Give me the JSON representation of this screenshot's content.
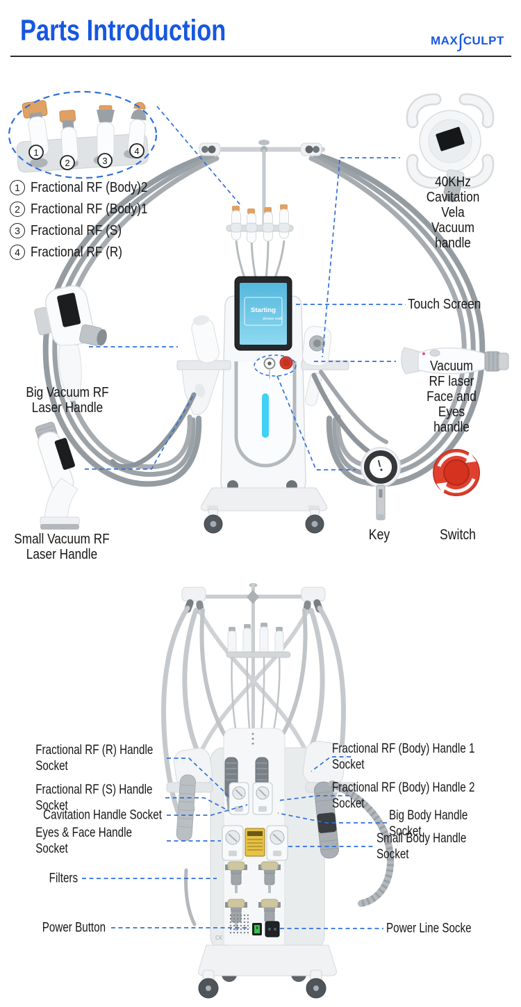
{
  "header": {
    "title": "Parts Introduction",
    "brand": {
      "left": "MAX",
      "mark": "∫",
      "right": "CULPT"
    }
  },
  "front": {
    "legend": [
      {
        "num": "1",
        "text": "Fractional RF (Body)2"
      },
      {
        "num": "2",
        "text": "Fractional RF (Body)1"
      },
      {
        "num": "3",
        "text": "Fractional RF (S)"
      },
      {
        "num": "4",
        "text": "Fractional RF (R)"
      }
    ],
    "markers": [
      "1",
      "2",
      "3",
      "4"
    ],
    "callouts": {
      "cavitation": "40KHz Cavitation\nVela Vacuum handle",
      "touch_screen": "Touch Screen",
      "big_handle": "Big Vacuum RF\nLaser Handle",
      "face_eyes": "Vacuum RF laser\nFace and Eyes handle",
      "small_handle": "Small Vacuum RF\nLaser Handle",
      "key": "Key",
      "switch": "Switch"
    },
    "screen": {
      "line1": "Starting",
      "line2": "please wait"
    }
  },
  "back": {
    "labels_left": [
      "Fractional RF (R) Handle Socket",
      "Fractional RF (S) Handle Socket",
      "Cavitation Handle Socket",
      "Eyes & Face Handle Socket",
      "Filters",
      "Power Button"
    ],
    "labels_right": [
      "Fractional RF (Body) Handle 1 Socket",
      "Fractional RF (Body) Handle 2 Socket",
      "Big Body Handle Socket",
      "Small Body Handle Socket",
      "Power Line Socke"
    ],
    "ce_mark": "C€"
  },
  "colors": {
    "accent": "#1657e2",
    "leader_line": "#2e6fe0",
    "screen_blue": "#6cc7e8",
    "led_cyan": "#3fd2f5",
    "switch_red": "#e2402e",
    "tip_orange": "#e0a164"
  }
}
